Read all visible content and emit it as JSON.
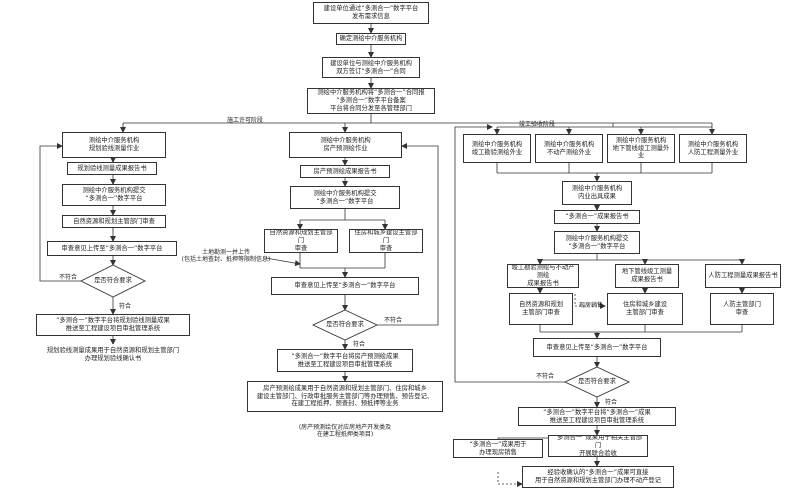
{
  "boxes": {
    "b1": "建设单位通过“多测合一”数字平台\n发布需求信息",
    "b2": "确定测绘中介服务机构",
    "b3": "建设单位与测绘中介服务机构\n双方签订“多测合一”合同",
    "b4": "测绘中介服务机构将“多测合一”合同报\n“多测合一”数字平台备案\n平台将合同分发至各管理部门",
    "l1": "测绘中介服务机构\n规划验线测量作业",
    "l2": "规划验线测量成果报告书",
    "l3": "测绘中介服务机构提交\n“多测合一”数字平台",
    "l4": "自然资源和规划主管部门审查",
    "l5": "审查意见上传至“多测合一”数字平台",
    "l6": "“多测合一”数字平台将规划验线测量成果\n推送至工程建设项目审批管理系统",
    "l7": "规划验线测量成果用于自然资源和规划主管部门\n办理规划验线确认书",
    "m1": "测绘中介服务机构\n房产预测绘作业",
    "m2": "房产预测绘成果报告书",
    "m3": "测绘中介服务机构提交\n“多测合一”数字平台",
    "m4": "自然资源和规划主管部门\n审查",
    "m5": "住房和城乡建设主管部门\n审查",
    "m6": "审查意见上传至“多测合一”数字平台",
    "m7": "“多测合一”数字平台将房产预测绘成果\n推送至工程建设项目审批管理系统",
    "m8": "房产预测绘成果用于自然资源和规划主管部门、住房和城乡\n建设主管部门、行政审批服务主管部门等办理预售、预告登记、\n在建工程抵押、预查封、预抵押等业务",
    "r1": "测绘中介服务机构\n竣工勘验测绘外业",
    "r2": "测绘中介服务机构\n不动产测绘外业",
    "r3": "测绘中介服务机构\n地下管线竣工测量外业",
    "r4": "测绘中介服务机构\n人防工程测量外业",
    "r5": "测绘中介服务机构\n内业出具成果",
    "r6": "“多测合一”成果报告书",
    "r7": "测绘中介服务机构提交\n“多测合一”数字平台",
    "r8": "竣工勘验测绘与不动产测绘\n成果报告书",
    "r9": "地下管线竣工测量\n成果报告书",
    "r10": "人防工程测量成果报告书",
    "r11": "自然资源和规划\n主管部门审查",
    "r12": "住房和城乡建设\n主管部门审查",
    "r13": "人防主管部门\n审查",
    "r14": "审查意见上传至“多测合一”数字平台",
    "r15": "“多测合一”数字平台将“多测合一”成果\n推送至工程建设项目审批管理系统",
    "r16": "“多测合一”成果用于\n办理现房销售",
    "r17": "“多测合一”成果用于相关主管部门\n开展联合验收",
    "r18": "经验收确认的“多测合一”成果可直接\n用于自然资源和规划主管部门办理不动产登记"
  },
  "decisions": {
    "d1": "是否符合要求",
    "d2": "是否符合要求",
    "d3": "是否符合要求"
  },
  "labels": {
    "stage_start": "施工许可阶段",
    "stage_accept": "竣工验收阶段",
    "no1": "不符合",
    "yes1": "符合",
    "no2": "不符合",
    "yes2": "符合",
    "no3": "不符合",
    "yes3": "符合",
    "land_note": "土地勘测一并上传\n(包括土地查封、抵押等限制信息)",
    "house_sales": "现房销售",
    "presale_note": "(房产预测绘仅对应房地产开发类及\n在建工程抵押类项目)"
  }
}
